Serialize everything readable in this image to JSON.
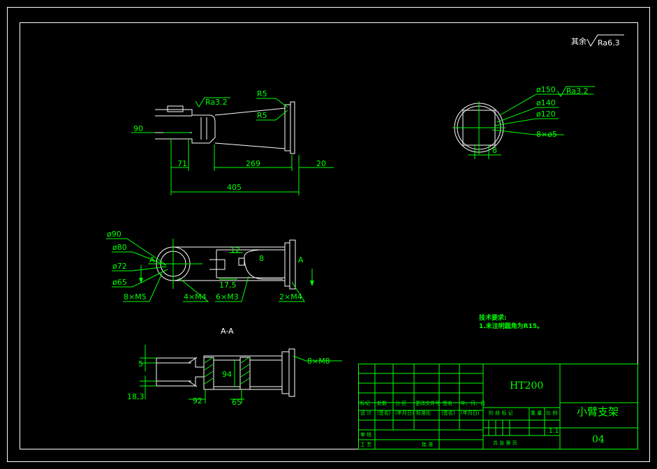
{
  "surface_finish": {
    "text": "其余",
    "ra": "Ra6.3"
  },
  "top_view": {
    "ra": "Ra3.2",
    "r_top": "R5",
    "r_mid": "R5",
    "dim_90": "90",
    "dim_71": "71",
    "dim_269": "269",
    "dim_20": "20",
    "dim_405": "405"
  },
  "end_view": {
    "d150": "ø150",
    "ra": "Ra3.2",
    "d140": "ø140",
    "d120": "ø120",
    "holes": "8×ø5",
    "dim_8": "8"
  },
  "front_view": {
    "d90": "ø90",
    "d80": "ø80",
    "d72": "ø72",
    "d65": "ø65",
    "a_left": "A",
    "a_right": "A",
    "dim_12": "12",
    "dim_8": "8",
    "dim_17_5": "17,5",
    "m5": "8×M5",
    "m4_a": "4×M4",
    "m3": "6×M3",
    "m4_b": "2×M4"
  },
  "section_view": {
    "label": "A-A",
    "m8": "8×M8",
    "dim_5": "5",
    "dim_94": "94",
    "dim_18_3": "18,3",
    "dim_92": "92",
    "dim_65": "65"
  },
  "tech_req": {
    "title": "技术要求:",
    "line1": "1.未注明圆角为R15。"
  },
  "title_block": {
    "material": "HT200",
    "part_name": "小臂支架",
    "drawing_no": "04",
    "scale": "1:1",
    "hdr_mark": "标记",
    "hdr_count": "处数",
    "hdr_zone": "分 区",
    "hdr_doc": "更改文件号",
    "hdr_sign": "签名",
    "hdr_date": "年、月、日",
    "design": "设 计",
    "sign1": "(签名)",
    "date1": "(年月日)",
    "std": "标准化",
    "sign2": "(签名)",
    "date2": "(年月日)",
    "stage": "阶 段 标 记",
    "weight": "重 量",
    "ratio": "比 例",
    "review": "审 核",
    "process": "工 艺",
    "approve": "批 准",
    "sheets": "共    张    第    页"
  }
}
